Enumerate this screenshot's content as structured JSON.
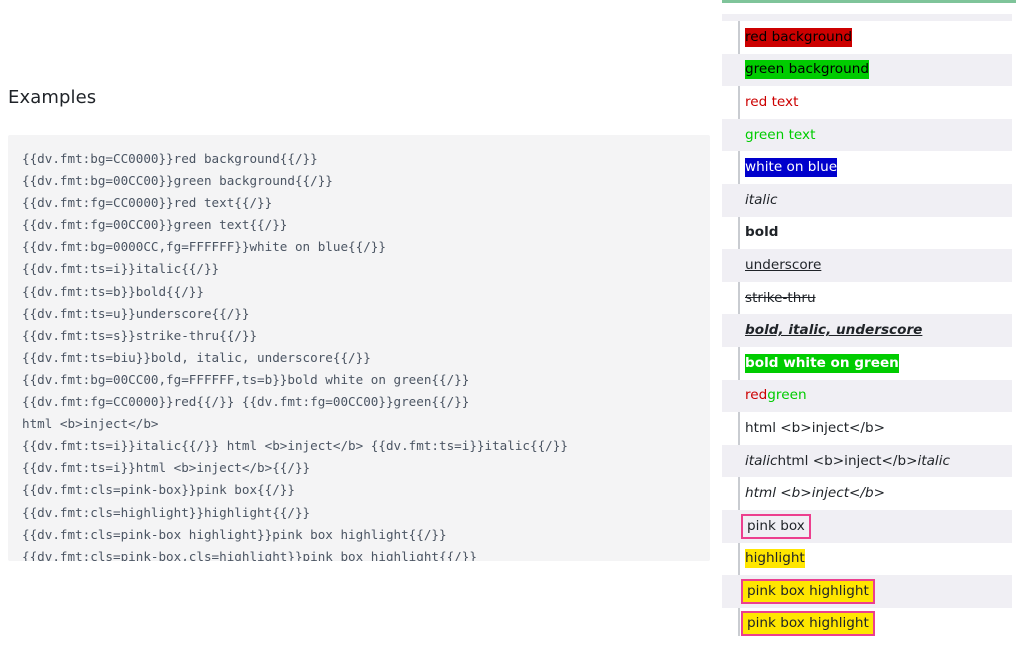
{
  "heading": "Examples",
  "colors": {
    "red": "#CC0000",
    "green": "#00CC00",
    "blue": "#0000CC",
    "white": "#FFFFFF",
    "pink_box_border": "#ec3f8e",
    "highlight": "#ffe600",
    "code_background": "#f4f4f5",
    "zebra_row": "#f0eff4",
    "panel_top_border": "#7fc49a"
  },
  "code_lines": [
    "{{dv.fmt:bg=CC0000}}red background{{/}}",
    "{{dv.fmt:bg=00CC00}}green background{{/}}",
    "{{dv.fmt:fg=CC0000}}red text{{/}}",
    "{{dv.fmt:fg=00CC00}}green text{{/}}",
    "{{dv.fmt:bg=0000CC,fg=FFFFFF}}white on blue{{/}}",
    "{{dv.fmt:ts=i}}italic{{/}}",
    "{{dv.fmt:ts=b}}bold{{/}}",
    "{{dv.fmt:ts=u}}underscore{{/}}",
    "{{dv.fmt:ts=s}}strike-thru{{/}}",
    "{{dv.fmt:ts=biu}}bold, italic, underscore{{/}}",
    "{{dv.fmt:bg=00CC00,fg=FFFFFF,ts=b}}bold white on green{{/}}",
    "{{dv.fmt:fg=CC0000}}red{{/}} {{dv.fmt:fg=00CC00}}green{{/}}",
    "html <b>inject</b>",
    "{{dv.fmt:ts=i}}italic{{/}} html <b>inject</b> {{dv.fmt:ts=i}}italic{{/}}",
    "{{dv.fmt:ts=i}}html <b>inject</b>{{/}}",
    "{{dv.fmt:cls=pink-box}}pink box{{/}}",
    "{{dv.fmt:cls=highlight}}highlight{{/}}",
    "{{dv.fmt:cls=pink-box highlight}}pink box highlight{{/}}",
    "{{dv.fmt:cls=pink-box,cls=highlight}}pink box highlight{{/}}"
  ],
  "preview_rows": [
    {
      "id": "red-background",
      "zebra": false,
      "cells": [
        {
          "text": "red background",
          "style": "bg-red"
        }
      ]
    },
    {
      "id": "green-background",
      "zebra": true,
      "cells": [
        {
          "text": "green background",
          "style": "bg-green"
        }
      ]
    },
    {
      "id": "red-text",
      "zebra": false,
      "cells": [
        {
          "text": "red text",
          "style": "fg-red"
        }
      ]
    },
    {
      "id": "green-text",
      "zebra": true,
      "cells": [
        {
          "text": "green text",
          "style": "fg-green"
        }
      ]
    },
    {
      "id": "white-on-blue",
      "zebra": false,
      "cells": [
        {
          "text": "white on blue",
          "style": "bg-blue-fg-white"
        }
      ]
    },
    {
      "id": "italic",
      "zebra": true,
      "cells": [
        {
          "text": "italic",
          "style": "ts-i"
        }
      ]
    },
    {
      "id": "bold",
      "zebra": false,
      "cells": [
        {
          "text": "bold",
          "style": "ts-b"
        }
      ]
    },
    {
      "id": "underscore",
      "zebra": true,
      "cells": [
        {
          "text": "underscore",
          "style": "ts-u"
        }
      ]
    },
    {
      "id": "strike-thru",
      "zebra": false,
      "cells": [
        {
          "text": "strike-thru",
          "style": "ts-s"
        }
      ]
    },
    {
      "id": "bold-italic-underscore",
      "zebra": true,
      "cells": [
        {
          "text": "bold, italic, underscore",
          "style": "ts-biu"
        }
      ]
    },
    {
      "id": "bold-white-on-green",
      "zebra": false,
      "cells": [
        {
          "text": "bold white on green",
          "style": "bg-green-fg-white-b"
        }
      ]
    },
    {
      "id": "red-green",
      "zebra": true,
      "cells": [
        {
          "text": "red",
          "style": "fg-red"
        },
        {
          "text": " ",
          "style": ""
        },
        {
          "text": "green",
          "style": "fg-green"
        }
      ]
    },
    {
      "id": "html-inject",
      "zebra": false,
      "cells": [
        {
          "text": "html <b>inject</b>",
          "style": ""
        }
      ]
    },
    {
      "id": "italic-html-inject-italic",
      "zebra": true,
      "cells": [
        {
          "text": "italic",
          "style": "ts-i"
        },
        {
          "text": " html <b>inject</b> ",
          "style": ""
        },
        {
          "text": "italic",
          "style": "ts-i"
        }
      ]
    },
    {
      "id": "italic-html-inject",
      "zebra": false,
      "cells": [
        {
          "text": "html <b>inject</b>",
          "style": "ts-i"
        }
      ]
    },
    {
      "id": "pink-box",
      "zebra": true,
      "cells": [
        {
          "text": "pink box",
          "style": "cls-pink-box"
        }
      ]
    },
    {
      "id": "highlight",
      "zebra": false,
      "cells": [
        {
          "text": "highlight",
          "style": "cls-highlight"
        }
      ]
    },
    {
      "id": "pink-box-highlight-space",
      "zebra": true,
      "cells": [
        {
          "text": "pink box highlight",
          "style": "cls-pink-box cls-highlight"
        }
      ]
    },
    {
      "id": "pink-box-highlight-comma",
      "zebra": false,
      "cells": [
        {
          "text": "pink box highlight",
          "style": "cls-pink-box cls-highlight"
        }
      ]
    }
  ]
}
